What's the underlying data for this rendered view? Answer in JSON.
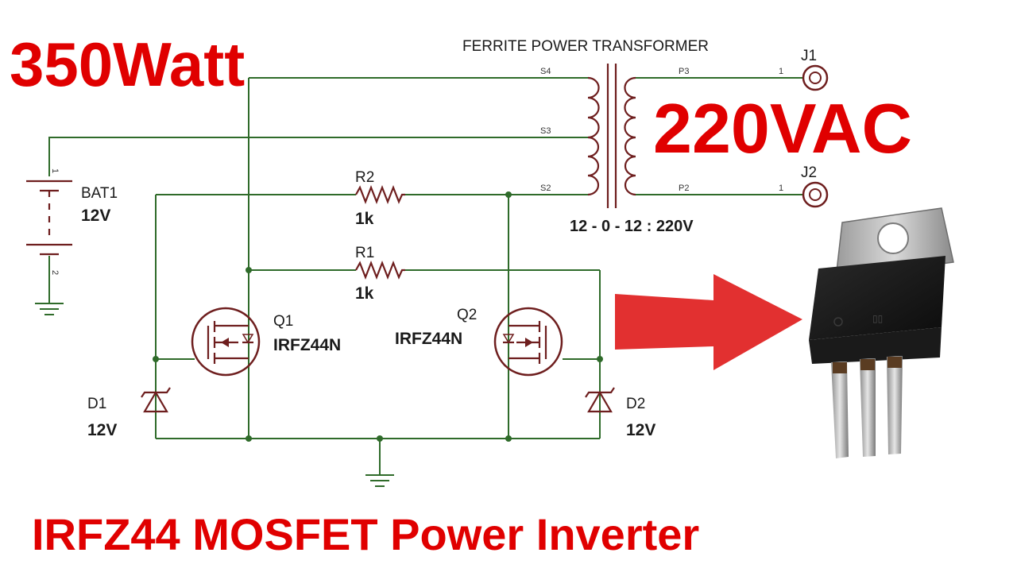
{
  "headline": {
    "power": "350Watt",
    "title": "IRFZ44 MOSFET Power Inverter",
    "output_voltage": "220VAC"
  },
  "transformer": {
    "title": "FERRITE POWER TRANSFORMER",
    "ratio": "12 - 0 - 12 : 220V",
    "secondary_pins": [
      "S4",
      "S3",
      "S2"
    ],
    "primary_pins": [
      "P3",
      "P2"
    ]
  },
  "connectors": [
    {
      "ref": "J1",
      "pin": "1"
    },
    {
      "ref": "J2",
      "pin": "1"
    }
  ],
  "battery": {
    "ref": "BAT1",
    "value": "12V",
    "pin_top": "1",
    "pin_bottom": "2"
  },
  "resistors": [
    {
      "ref": "R2",
      "value": "1k"
    },
    {
      "ref": "R1",
      "value": "1k"
    }
  ],
  "mosfets": [
    {
      "ref": "Q1",
      "part": "IRFZ44N"
    },
    {
      "ref": "Q2",
      "part": "IRFZ44N"
    }
  ],
  "diodes": [
    {
      "ref": "D1",
      "value": "12V"
    },
    {
      "ref": "D2",
      "value": "12V"
    }
  ],
  "colors": {
    "accent": "#e00000",
    "wire": "#2f6b2a",
    "component": "#6e1e1e"
  },
  "icons": {
    "arrow": "red-arrow-icon",
    "package": "to220-mosfet-icon"
  }
}
